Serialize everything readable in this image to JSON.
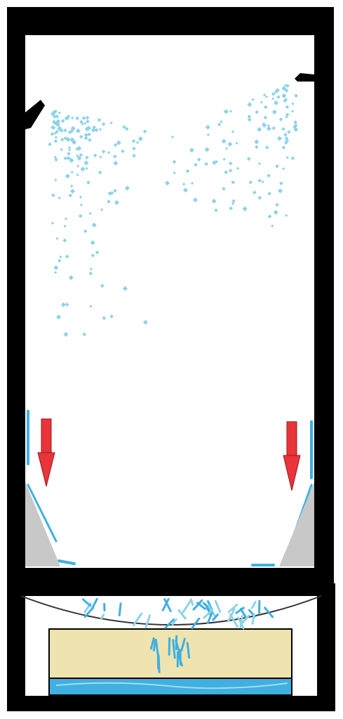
{
  "diagram": {
    "colors": {
      "wall": "#000000",
      "background": "#ffffff",
      "spray": "#8fd3e6",
      "water": "#3fb0e0",
      "water_light": "#bfe6f5",
      "arrow": "#e8343a",
      "arrow_outline": "#a01818",
      "deflector": "#c8c8c8",
      "tank_fill": "#efe4b0",
      "drain_plate": "#f4f4f4"
    },
    "parts": [
      "outer-walls",
      "left-spray-nozzle",
      "right-spray-nozzle",
      "left-deflector",
      "right-deflector",
      "left-down-arrow",
      "right-down-arrow",
      "separator-bar",
      "curved-drain-plate",
      "collection-tank",
      "tank-water-layer"
    ]
  }
}
